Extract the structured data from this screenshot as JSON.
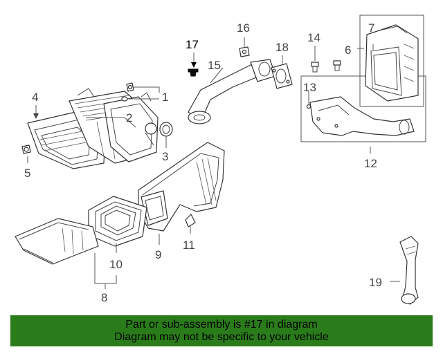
{
  "diagram": {
    "callouts": [
      "1",
      "2",
      "3",
      "4",
      "5",
      "6",
      "7",
      "8",
      "9",
      "10",
      "11",
      "12",
      "13",
      "14",
      "15",
      "16",
      "17",
      "18",
      "19"
    ],
    "highlighted_callout": "17"
  },
  "banner": {
    "line1": "Part or sub-assembly is #17 in diagram",
    "line2": "Diagram may not be specific to your vehicle",
    "color": "#2a7c1a"
  }
}
